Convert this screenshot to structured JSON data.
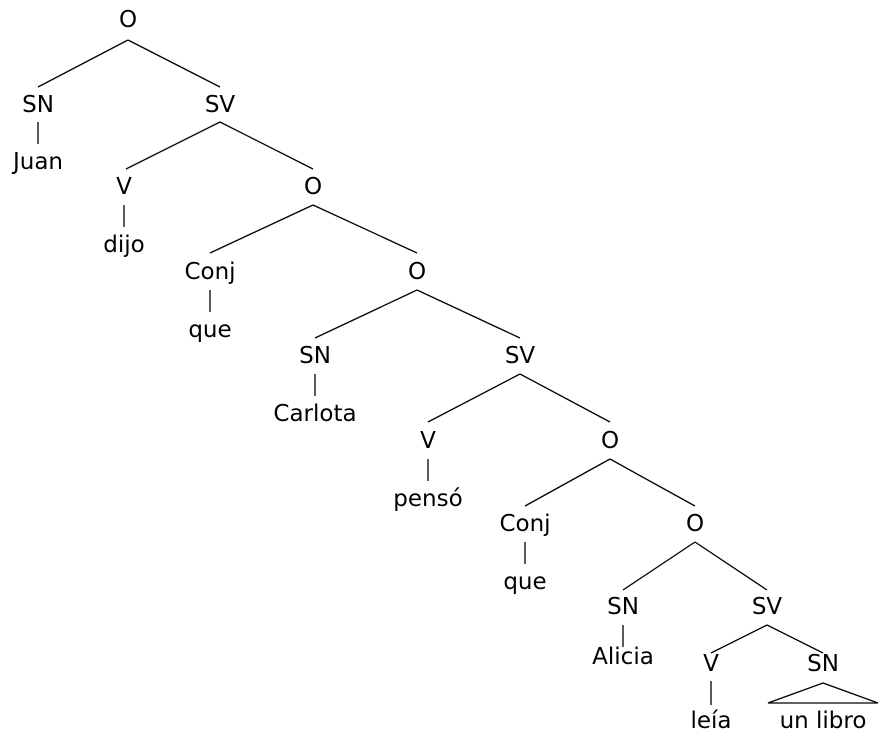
{
  "tree": {
    "label": "O",
    "children": [
      {
        "label": "SN",
        "children": [
          {
            "label": "Juan",
            "word": true
          }
        ]
      },
      {
        "label": "SV",
        "children": [
          {
            "label": "V",
            "children": [
              {
                "label": "dijo",
                "word": true
              }
            ]
          },
          {
            "label": "O",
            "children": [
              {
                "label": "Conj",
                "children": [
                  {
                    "label": "que",
                    "word": true
                  }
                ]
              },
              {
                "label": "O",
                "children": [
                  {
                    "label": "SN",
                    "children": [
                      {
                        "label": "Carlota",
                        "word": true
                      }
                    ]
                  },
                  {
                    "label": "SV",
                    "children": [
                      {
                        "label": "V",
                        "children": [
                          {
                            "label": "pensó",
                            "word": true
                          }
                        ]
                      },
                      {
                        "label": "O",
                        "children": [
                          {
                            "label": "Conj",
                            "children": [
                              {
                                "label": "que",
                                "word": true
                              }
                            ]
                          },
                          {
                            "label": "O",
                            "children": [
                              {
                                "label": "SN",
                                "children": [
                                  {
                                    "label": "Alicia",
                                    "word": true
                                  }
                                ]
                              },
                              {
                                "label": "SV",
                                "children": [
                                  {
                                    "label": "V",
                                    "children": [
                                      {
                                        "label": "leía",
                                        "word": true
                                      }
                                    ]
                                  },
                                  {
                                    "label": "SN",
                                    "triangle": "un libro"
                                  }
                                ]
                              }
                            ]
                          }
                        ]
                      }
                    ]
                  }
                ]
              }
            ]
          }
        ]
      }
    ]
  }
}
